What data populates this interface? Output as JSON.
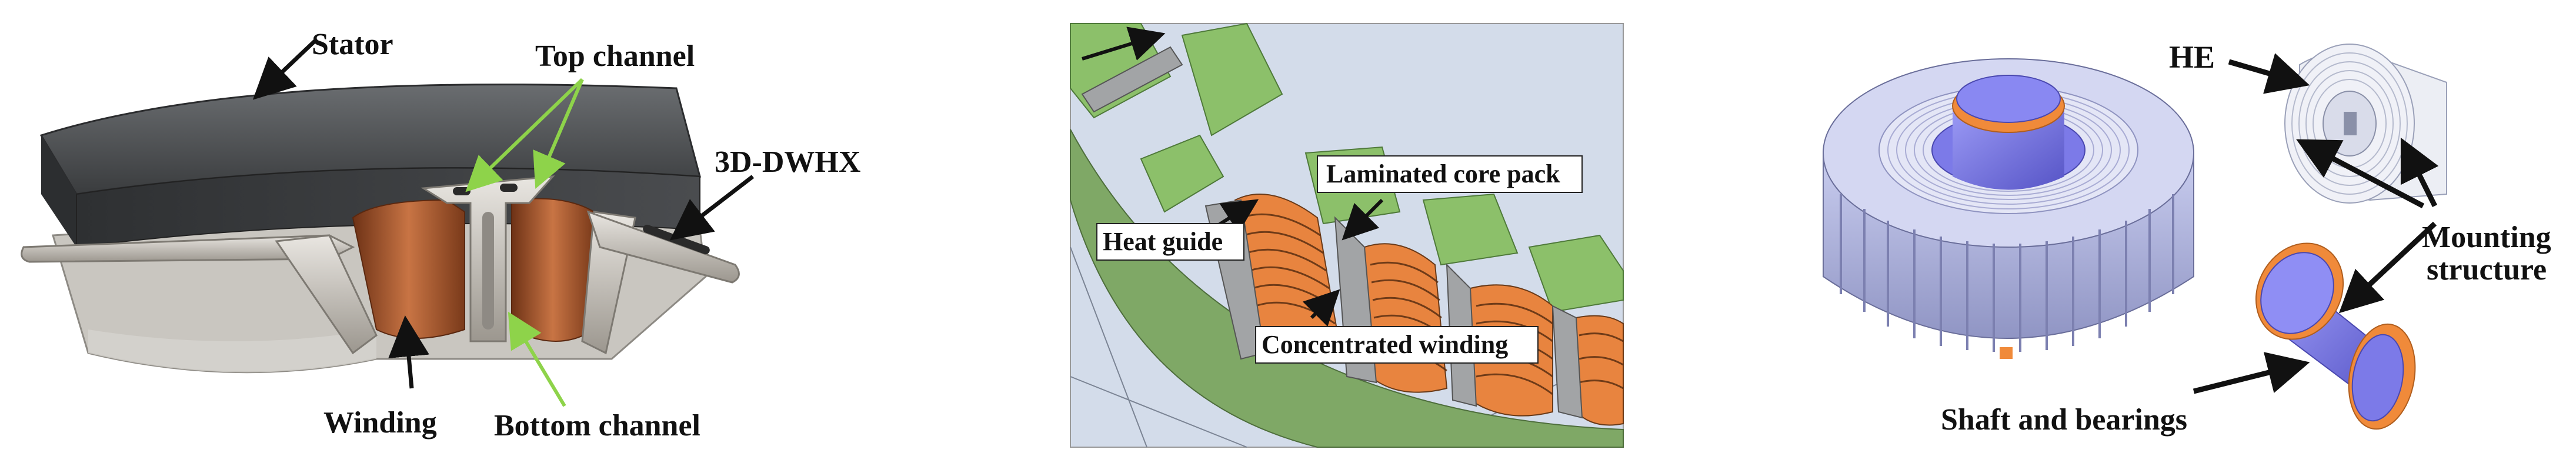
{
  "panel_a": {
    "labels": {
      "stator": "Stator",
      "top_channel": "Top channel",
      "hx": "3D-DWHX",
      "winding": "Winding",
      "bottom_channel": "Bottom channel"
    },
    "colors": {
      "stator": "#3b3d3f",
      "hx": "#b9b5ae",
      "winding": "#b0603a",
      "arrow_green": "#8ed34a",
      "arrow_black": "#111111"
    }
  },
  "panel_b": {
    "labels": {
      "core": "Laminated core pack",
      "heat_guide": "Heat guide",
      "winding": "Concentrated winding"
    },
    "colors": {
      "background": "#cfd9e7",
      "core": "#8cc06a",
      "winding": "#e07a3a",
      "guide": "#9a9c9e"
    }
  },
  "panel_c": {
    "labels": {
      "he": "HE",
      "mounting_1": "Mounting",
      "mounting_2": "structure",
      "shaft": "Shaft and bearings"
    },
    "colors": {
      "stator": "#b9bde6",
      "bearing": "#f08a3a",
      "shaft": "#7f7df0",
      "he": "#e6e8f0"
    }
  }
}
